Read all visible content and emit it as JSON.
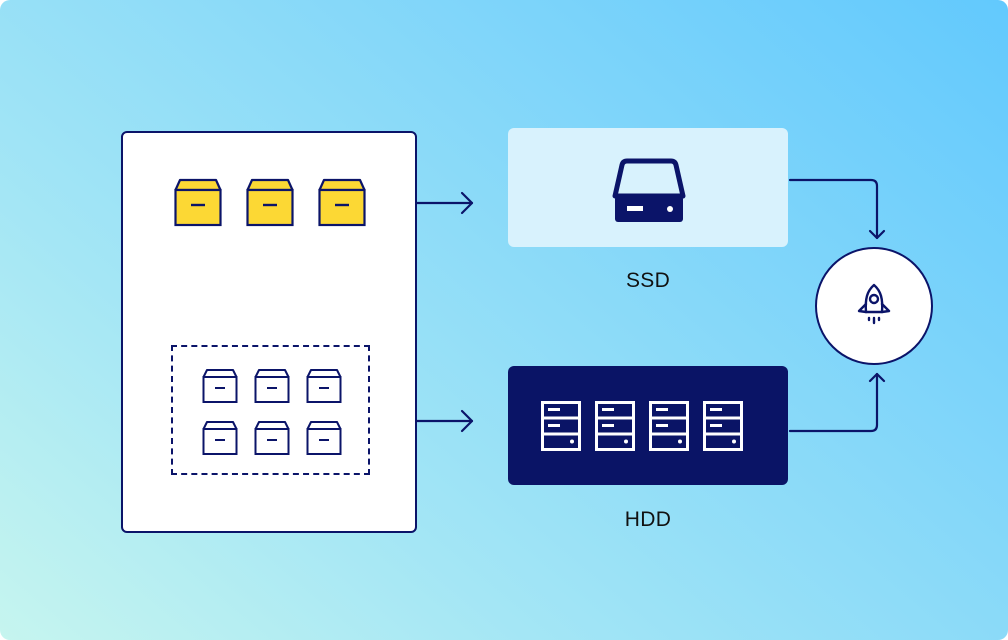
{
  "diagram": {
    "ssd_label": "SSD",
    "hdd_label": "HDD",
    "hot_box_count": 3,
    "cold_box_count": 6,
    "server_unit_count": 4
  },
  "icons": {
    "hot_box": "package-icon",
    "cold_box": "package-icon",
    "ssd": "drive-icon",
    "hdd": "server-rack-icon",
    "hub": "rocket-icon"
  },
  "colors": {
    "navy": "#0b1469",
    "hot_box_fill": "#fcd834",
    "ssd_card": "#d8f2fd",
    "hdd_card": "#0a1466"
  }
}
